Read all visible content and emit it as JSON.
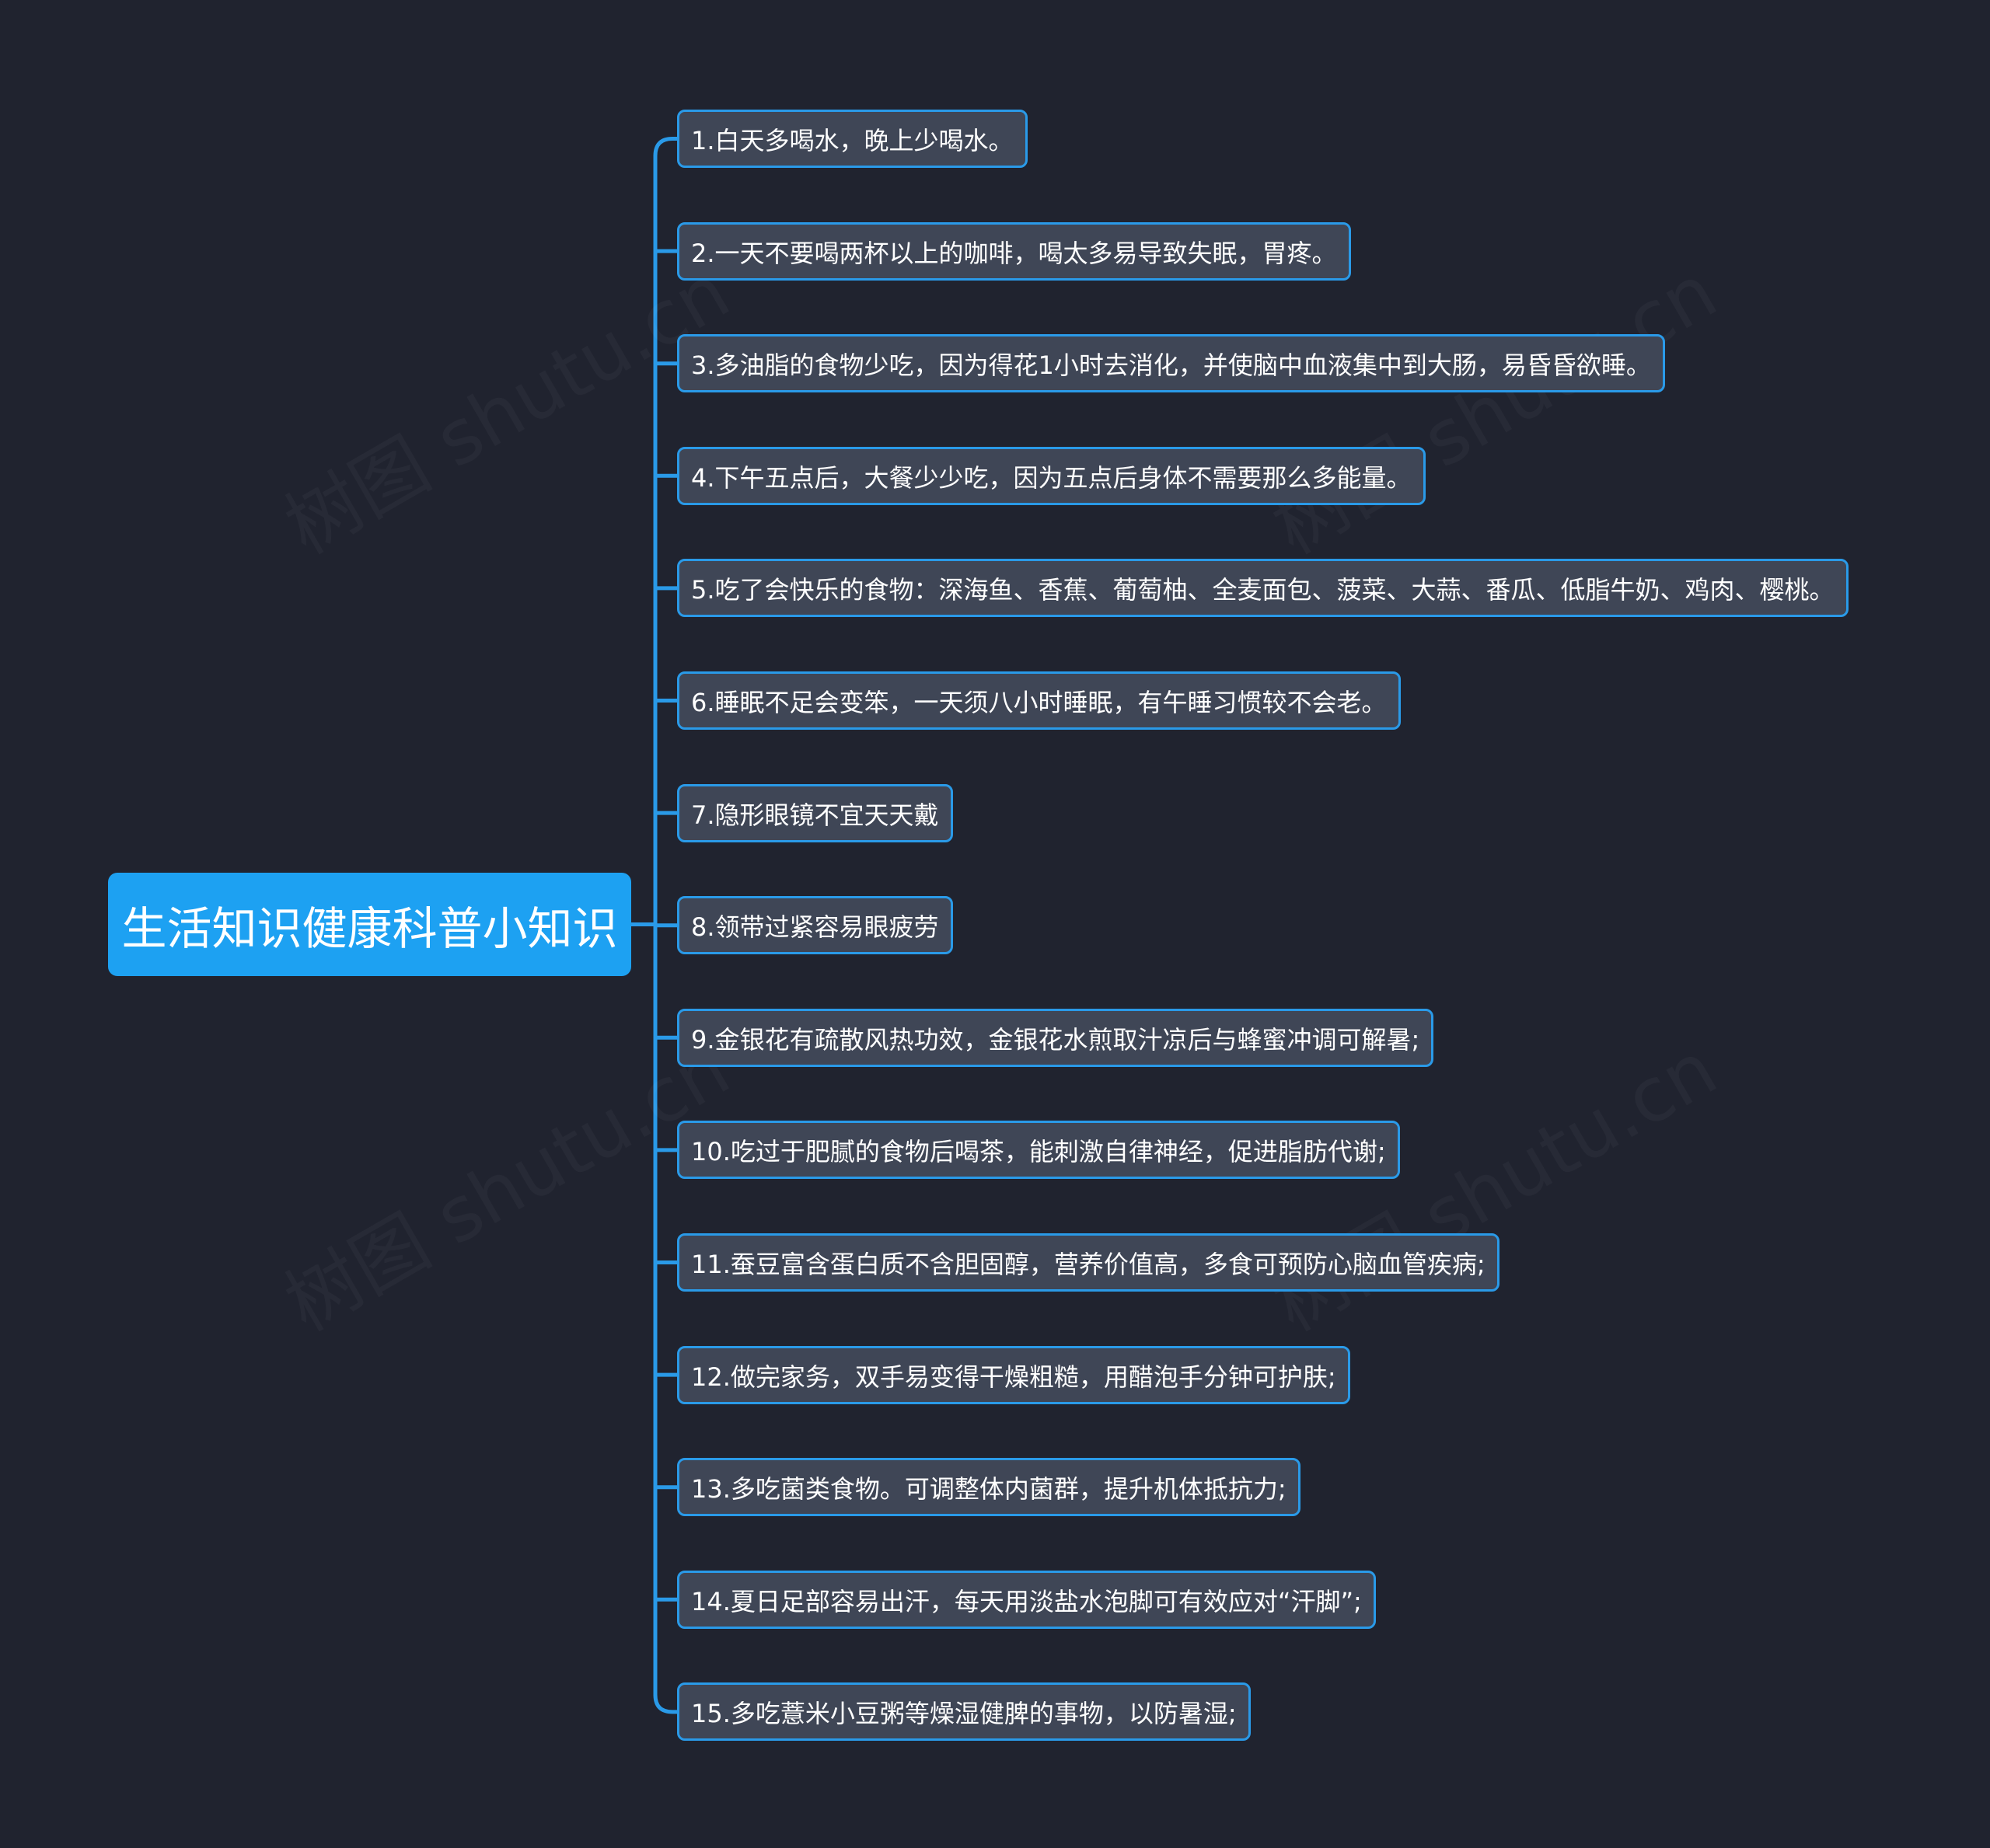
{
  "root": {
    "label": "生活知识健康科普小知识"
  },
  "items": [
    "1.白天多喝水，晚上少喝水。",
    "2.一天不要喝两杯以上的咖啡，喝太多易导致失眠，胃疼。",
    "3.多油脂的食物少吃，因为得花1小时去消化，并使脑中血液集中到大肠，易昏昏欲睡。",
    "4.下午五点后，大餐少少吃，因为五点后身体不需要那么多能量。",
    "5.吃了会快乐的食物：深海鱼、香蕉、葡萄柚、全麦面包、菠菜、大蒜、番瓜、低脂牛奶、鸡肉、樱桃。",
    "6.睡眠不足会变笨，一天须八小时睡眠，有午睡习惯较不会老。",
    "7.隐形眼镜不宜天天戴",
    "8.领带过紧容易眼疲劳",
    "9.金银花有疏散风热功效，金银花水煎取汁凉后与蜂蜜冲调可解暑;",
    "10.吃过于肥腻的食物后喝茶，能刺激自律神经，促进脂肪代谢;",
    "11.蚕豆富含蛋白质不含胆固醇，营养价值高，多食可预防心脑血管疾病;",
    "12.做完家务，双手易变得干燥粗糙，用醋泡手分钟可护肤;",
    "13.多吃菌类食物。可调整体内菌群，提升机体抵抗力;",
    "14.夏日足部容易出汗，每天用淡盐水泡脚可有效应对“汗脚”;",
    "15.多吃薏米小豆粥等燥湿健脾的事物，以防暑湿;"
  ],
  "watermark": "树图 shutu.cn",
  "colors": {
    "background": "#20232f",
    "root_fill": "#1da1f2",
    "node_fill": "#3f4656",
    "node_border": "#2a9ae8",
    "connector": "#2a9ae8"
  }
}
